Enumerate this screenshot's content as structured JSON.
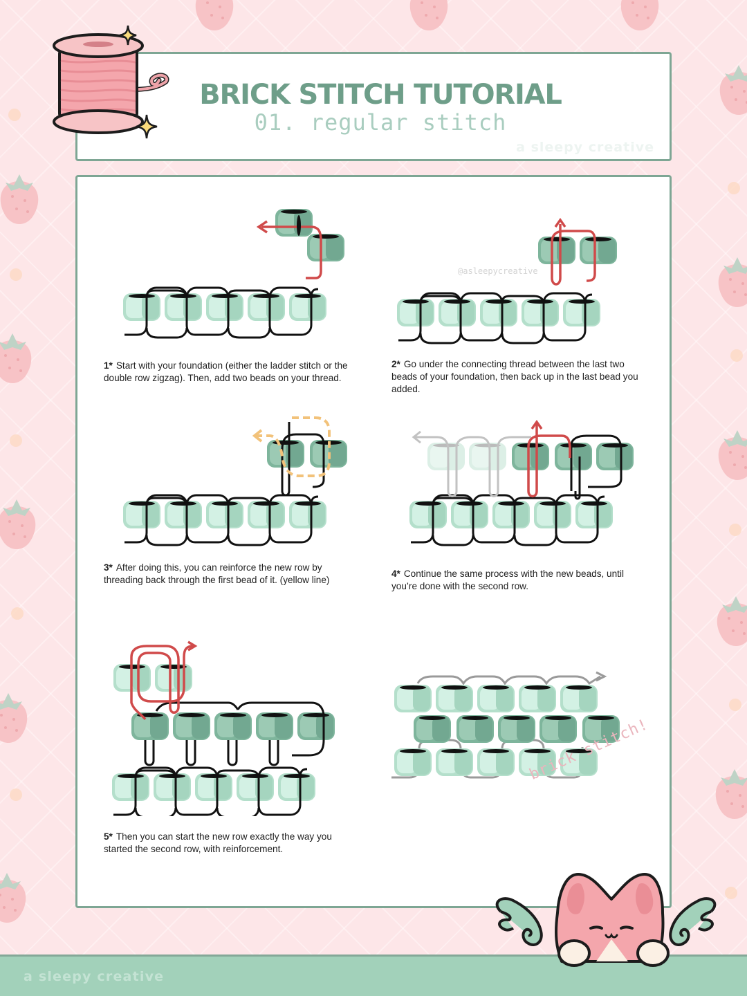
{
  "header": {
    "title": "BRICK STITCH TUTORIAL",
    "subtitle": "01. regular stitch",
    "watermark": "a sleepy creative"
  },
  "steps": [
    {
      "number": "1*",
      "text": "Start with your foundation (either the ladder stitch or the double row zigzag). Then, add two beads on your thread."
    },
    {
      "number": "2*",
      "text": "Go under the connecting thread between the last two beads of your foundation, then back up in the last bead you added."
    },
    {
      "number": "3*",
      "text": "After doing this, you can reinforce the new row by threading back through the first bead of it. (yellow line)"
    },
    {
      "number": "4*",
      "text": "Continue the same process with the new beads, until you’re done with the second row."
    },
    {
      "number": "5*",
      "text": "Then you can start the new row exactly the way you started the second row, with reinforcement."
    }
  ],
  "diagram_labels": {
    "handle": "@asleepycreative",
    "final": "brick stitch!"
  },
  "footer": {
    "label": "a sleepy creative"
  },
  "colors": {
    "accent_green": "#6e9e89",
    "border_green": "#7ea694",
    "bead_light": "#b5e0cc",
    "bead_dark": "#7eb59c",
    "thread_red": "#d04a4a",
    "thread_yellow": "#f2c27a",
    "background_pink": "#fde6e8",
    "footer_green": "#a2d1ba"
  },
  "icons": [
    "thread-spool-icon",
    "sparkle-icon",
    "strawberry-icon",
    "winged-cat-icon"
  ]
}
